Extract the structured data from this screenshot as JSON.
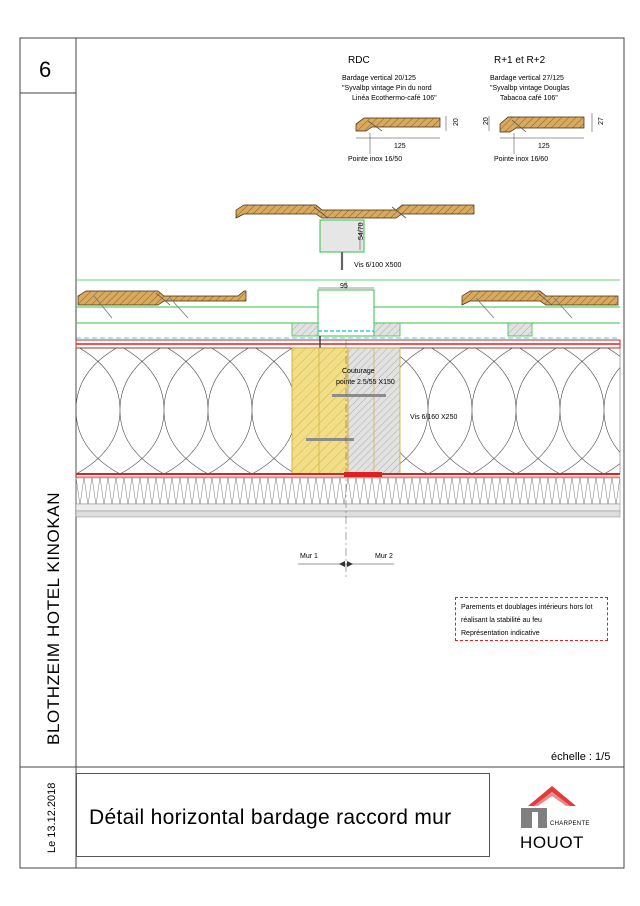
{
  "sheet": {
    "number": "6",
    "project": "BLOTHZEIM HOTEL KINOKAN",
    "date": "Le 13.12.2018",
    "title": "Détail horizontal bardage raccord mur",
    "scale": "échelle : 1/5"
  },
  "company": {
    "name": "HOUOT",
    "subtitle": "CHARPENTE"
  },
  "legend_rdc": {
    "heading": "RDC",
    "line1": "Bardage vertical 20/125",
    "line2": "\"Syvalbp vintage Pin du nord",
    "line3": "Linéa Ecothermo-café 106\"",
    "dim_width": "125",
    "dim_thickness": "20",
    "fixing": "Pointe inox 16/50"
  },
  "legend_r1": {
    "heading": "R+1 et R+2",
    "line1": "Bardage vertical 27/125",
    "line2": "\"Syvalbp vintage Douglas",
    "line3": "Tabacoa café 106\"",
    "dim_width": "125",
    "dim_thickness_left": "20",
    "dim_thickness_right": "27",
    "fixing": "Pointe inox 16/60"
  },
  "annotations": {
    "batten_section": "54/70",
    "screw_top": "Vis 6/100 X500",
    "batten_width": "95",
    "stitching_line1": "Couturage",
    "stitching_line2": "pointe 2.5/55 X150",
    "screw_wall": "Vis 6/160 X250",
    "wall1": "Mur 1",
    "wall2": "Mur 2"
  },
  "note": {
    "line1": "Parements et doublages intérieurs hors lot",
    "line2": "réalisant la stabilité au feu",
    "line3": "Représentation indicative"
  },
  "colors": {
    "wood": "#d7a65c",
    "insulation_stroke": "#4a4a4a",
    "membrane_red": "#e02020",
    "batten_green": "#36c24a",
    "air_gap_cyan": "#19b8e6",
    "post_yellow": "#f1d97a"
  }
}
